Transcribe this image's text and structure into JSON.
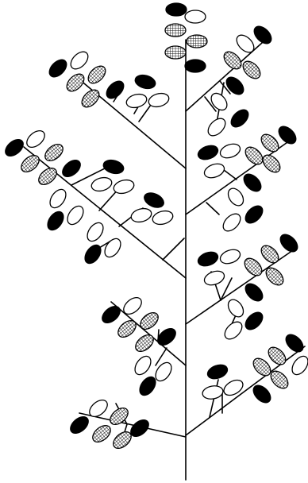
{
  "diagram": {
    "subject": "compound-leaf-plant-illustration",
    "legend_types": [
      "black",
      "hatched",
      "white"
    ],
    "colors": {
      "stroke": "#000000",
      "black_fill": "#000000",
      "white_fill": "#ffffff",
      "hatch_fill": "#ffffff",
      "hatch_line": "#000000",
      "background": "#ffffff"
    }
  }
}
